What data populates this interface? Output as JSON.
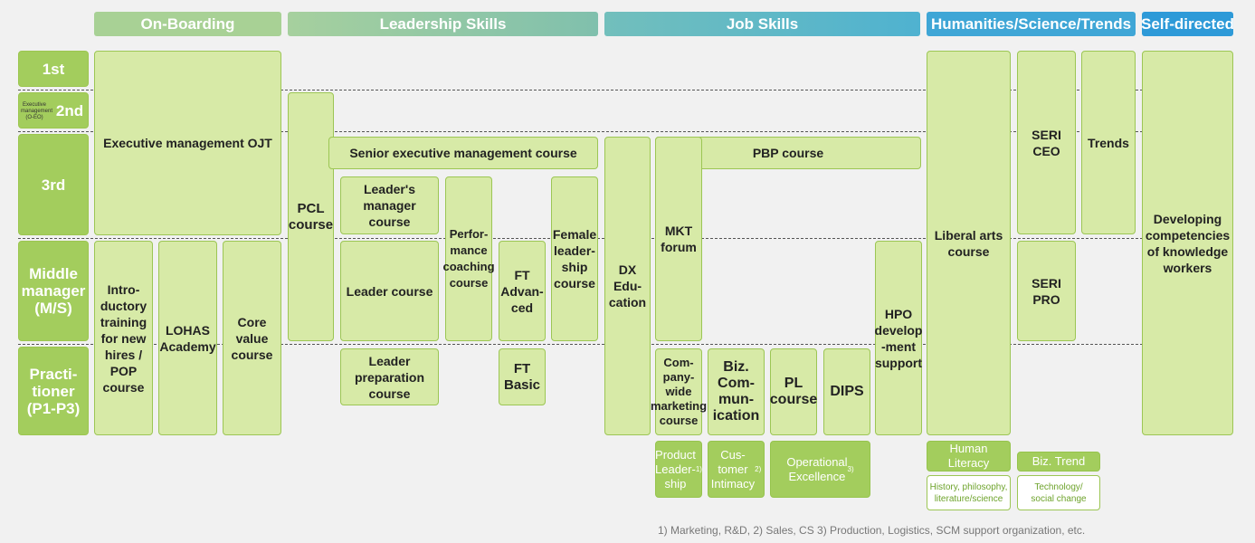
{
  "headers": {
    "onboarding": "On-Boarding",
    "leadership": "Leadership Skills",
    "job": "Job Skills",
    "humanities": "Humanities/Science/Trends",
    "self": "Self-directed"
  },
  "colors": {
    "onboarding": "#a8d195",
    "leadership": "#8fc6a8",
    "job": "#5bb6c9",
    "humanities": "#3fa6d6",
    "self": "#2e9ad8",
    "level": "#a3cd5d",
    "course_fill": "#d7eaa7",
    "course_border": "#9cc654"
  },
  "levels": {
    "first": "1st",
    "second": "2nd",
    "second_note": "Executive management (O-EO)",
    "third": "3rd",
    "middle": "Middle\nmanager\n(M/S)",
    "practitioner": "Practi-\ntioner\n(P1-P3)"
  },
  "courses": {
    "exec_ojt": "Executive management OJT",
    "pcl": "PCL\ncourse",
    "senior_exec": "Senior executive management course",
    "pbp": "PBP course",
    "leaders_manager": "Leader's\nmanager\ncourse",
    "performance": "Perfor-\nmance\ncoaching\ncourse",
    "female": "Female\nleader-\nship\ncourse",
    "leader": "Leader course",
    "ft_advanced": "FT\nAdvan-\nced",
    "leader_prep": "Leader\npreparation\ncourse",
    "ft_basic": "FT\nBasic",
    "intro": "Intro-\nductory\ntraining\nfor new\nhires /\nPOP\ncourse",
    "lohas": "LOHAS\nAcademy",
    "core": "Core\nvalue\ncourse",
    "dx": "DX\nEdu-\ncation",
    "mkt": "MKT\nforum",
    "company": "Com-\npany-\nwide\nmarketing\ncourse",
    "biz_comm": "Biz.\nCom-\nmun-\nication",
    "pl": "PL\ncourse",
    "dips": "DIPS",
    "hpo": "HPO\ndevelop\n-ment\nsupport",
    "liberal": "Liberal arts\ncourse",
    "seri_ceo": "SERI\nCEO",
    "trends": "Trends",
    "seri_pro": "SERI\nPRO",
    "developing": "Developing\ncompetencies\nof knowledge\nworkers"
  },
  "tags": {
    "product_leadership": "Product\nLeader-\nship",
    "product_leadership_note": "1)",
    "customer_intimacy": "Cus-\ntomer\nIntimacy",
    "customer_intimacy_note": "2)",
    "operational_excellence": "Operational\nExcellence",
    "operational_excellence_note": "3)",
    "human_literacy": "Human\nLiteracy",
    "biz_trend": "Biz. Trend",
    "history": "History, philosophy,\nliterature/science",
    "technology": "Technology/\nsocial change"
  },
  "footnote": "1) Marketing, R&D, 2) Sales, CS 3) Production, Logistics, SCM support organization, etc."
}
